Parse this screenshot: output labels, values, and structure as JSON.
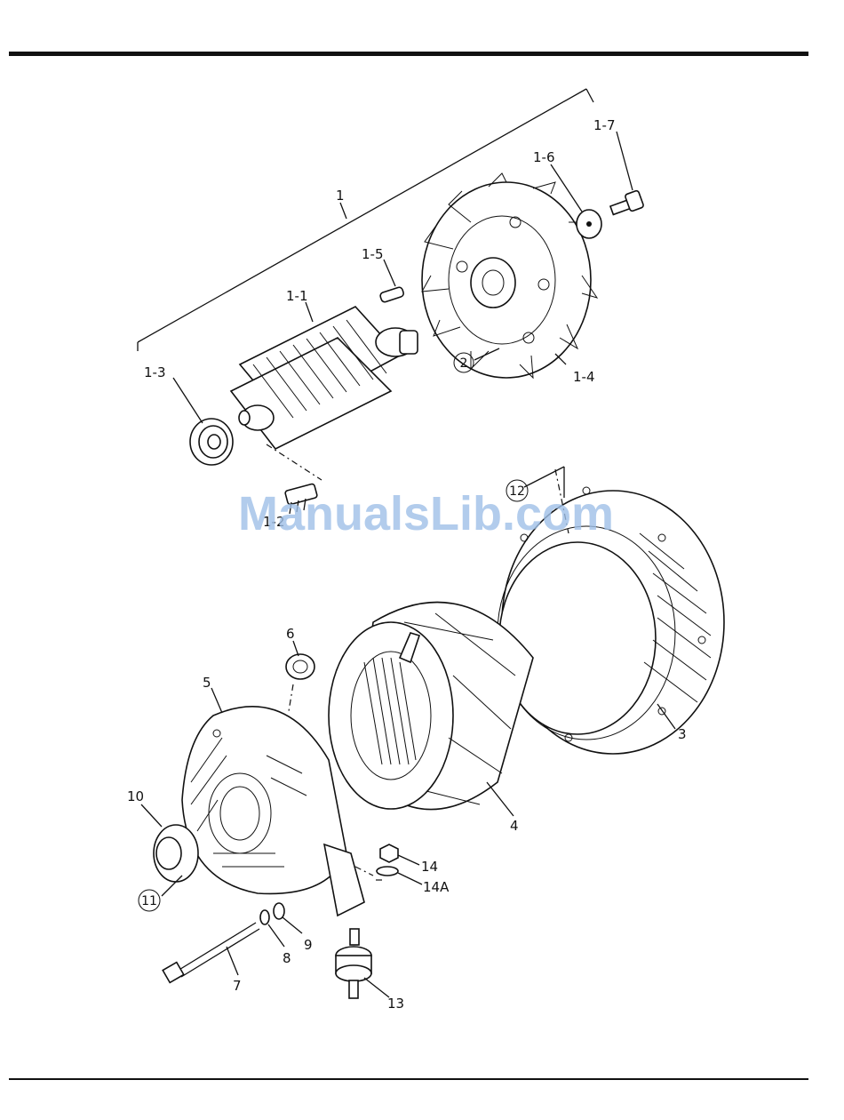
{
  "watermark": "ManualsLib.com",
  "callouts": {
    "assy_1": "1",
    "p1_1": "1-1",
    "p1_2": "1-2",
    "p1_3": "1-3",
    "p1_4": "1-4",
    "p1_5": "1-5",
    "p1_6": "1-6",
    "p1_7": "1-7",
    "p2": "2",
    "p3": "3",
    "p4": "4",
    "p5": "5",
    "p6": "6",
    "p7": "7",
    "p8": "8",
    "p9": "9",
    "p10": "10",
    "p11": "11",
    "p12": "12",
    "p13": "13",
    "p14": "14",
    "p14a": "14A"
  }
}
